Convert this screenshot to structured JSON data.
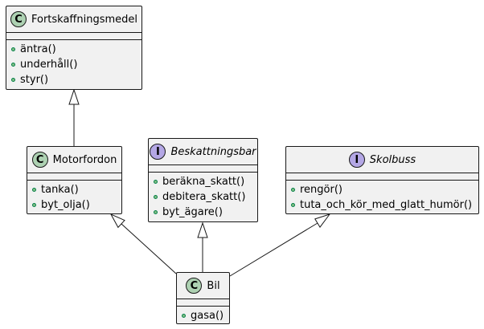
{
  "diagram": {
    "type": "uml-class-diagram",
    "classes": [
      {
        "id": "fortskaffningsmedel",
        "kind": "class",
        "badge": "C",
        "name": "Fortskaffningsmedel",
        "methods": [
          "äntra()",
          "underhåll()",
          "styr()"
        ]
      },
      {
        "id": "motorfordon",
        "kind": "class",
        "badge": "C",
        "name": "Motorfordon",
        "methods": [
          "tanka()",
          "byt_olja()"
        ]
      },
      {
        "id": "beskattningsbar",
        "kind": "interface",
        "badge": "I",
        "name": "Beskattningsbar",
        "methods": [
          "beräkna_skatt()",
          "debitera_skatt()",
          "byt_ägare()"
        ]
      },
      {
        "id": "skolbuss",
        "kind": "interface",
        "badge": "I",
        "name": "Skolbuss",
        "methods": [
          "rengör()",
          "tuta_och_kör_med_glatt_humör()"
        ]
      },
      {
        "id": "bil",
        "kind": "class",
        "badge": "C",
        "name": "Bil",
        "methods": [
          "gasa()"
        ]
      }
    ],
    "relations": [
      {
        "from": "motorfordon",
        "to": "fortskaffningsmedel",
        "type": "generalization"
      },
      {
        "from": "bil",
        "to": "motorfordon",
        "type": "generalization"
      },
      {
        "from": "bil",
        "to": "beskattningsbar",
        "type": "generalization"
      },
      {
        "from": "bil",
        "to": "skolbuss",
        "type": "generalization"
      }
    ],
    "colors": {
      "box_fill": "#f1f1f1",
      "border": "#181818",
      "class_badge": "#add1b2",
      "interface_badge": "#b4a7e5",
      "method_dot_fill": "#84be84",
      "method_dot_border": "#038048"
    }
  }
}
